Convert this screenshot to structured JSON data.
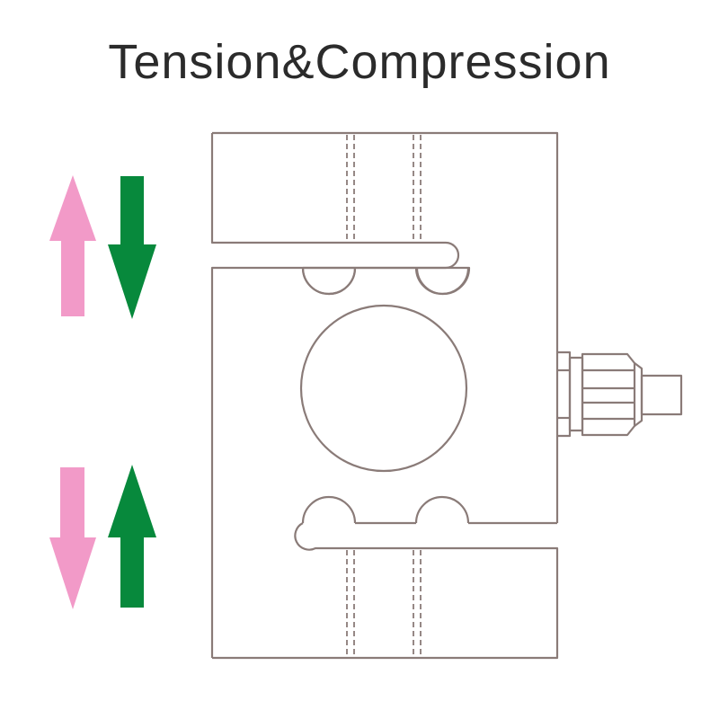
{
  "title": "Tension&Compression",
  "colors": {
    "outline": "#8a7b78",
    "tension_arrow": "#f29ac8",
    "compression_arrow": "#07893c",
    "title_text": "#2b2b2b"
  },
  "icons": {
    "upper_left_arrow": "up-arrow",
    "upper_right_arrow": "down-arrow",
    "lower_left_arrow": "down-arrow",
    "lower_right_arrow": "up-arrow"
  }
}
